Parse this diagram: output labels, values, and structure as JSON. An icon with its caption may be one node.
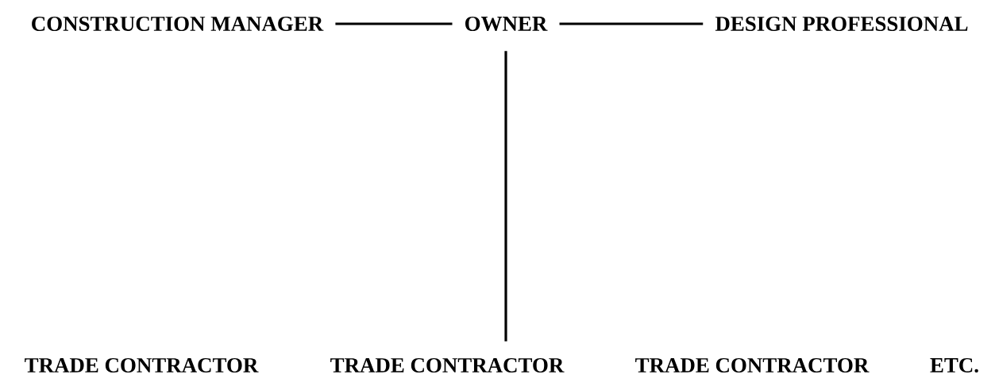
{
  "diagram": {
    "nodes": [
      {
        "text": [
          "CONSTRUCTION MANAGER"
        ]
      },
      {
        "text": [
          "OWNER"
        ]
      },
      {
        "text": [
          "DESIGN PROFESSIONAL"
        ]
      },
      {
        "text": [
          "TRADE CONTRACTOR"
        ]
      },
      {
        "text": [
          "TRADE CONTRACTOR"
        ]
      },
      {
        "text": [
          "TRADE CONTRACTOR"
        ]
      },
      {
        "text": [
          "ETC."
        ]
      }
    ],
    "edges": [
      {
        "from": 0,
        "to": 1,
        "arrow": "none"
      },
      {
        "from": 1,
        "to": 2,
        "arrow": "none"
      },
      {
        "from": 1,
        "to": 4,
        "arrow": "none"
      }
    ]
  }
}
